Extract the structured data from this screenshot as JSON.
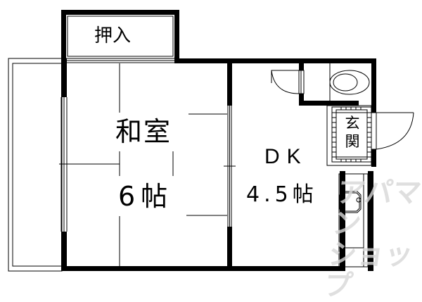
{
  "floorplan": {
    "rooms": {
      "closet": {
        "label": "押入"
      },
      "washitsu": {
        "name": "和室",
        "size": "6帖"
      },
      "dk": {
        "name": "DK",
        "size": "4.5帖"
      },
      "entrance": {
        "label": "玄関"
      }
    },
    "watermark": {
      "line1": "アパマン",
      "line2": "ショップ"
    },
    "colors": {
      "wall": "#000000",
      "background": "#ffffff",
      "watermark": "#d8d8d8"
    }
  }
}
